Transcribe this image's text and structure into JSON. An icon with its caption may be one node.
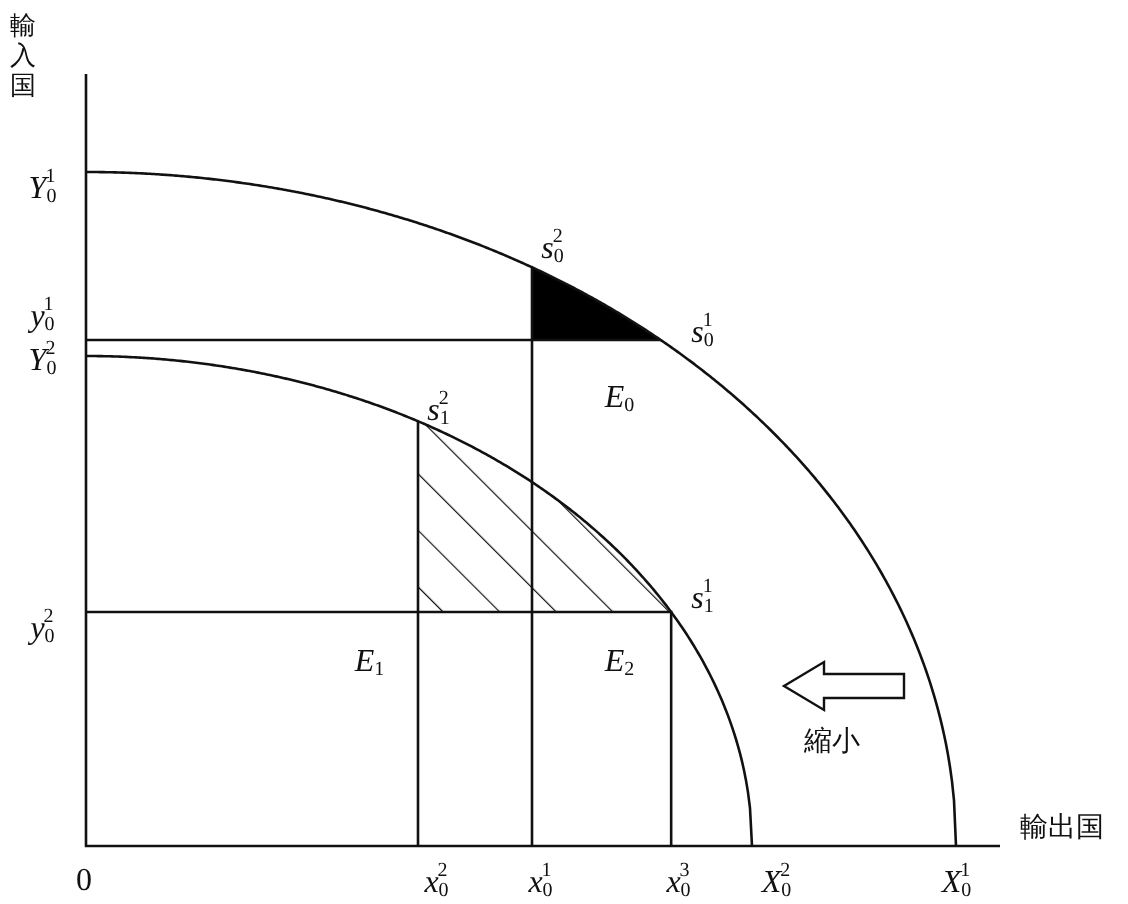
{
  "diagram": {
    "labels": [
      "輸入国",
      "Y$_{0}$$^{1}$",
      "s$_{0}$$^{2}$",
      "y$_{0}$$^{1}$",
      "s$_{0}$$^{1}$",
      "Y$_{0}$$^{2}$",
      "s$_{1}$$^{2}$",
      "E$_{0}$",
      "s$_{1}$$^{1}$",
      "y$_{0}$$^{2}$",
      "E$_{1}$",
      "E$_{2}$",
      "縮小",
      "輸出国",
      "0",
      "x$_{0}$$^{2}$",
      "x$_{0}$$^{1}$",
      "x$_{0}$$^{3}$",
      "X$_{0}$$^{2}$",
      "X$_{0}$$^{1}$"
    ]
  }
}
